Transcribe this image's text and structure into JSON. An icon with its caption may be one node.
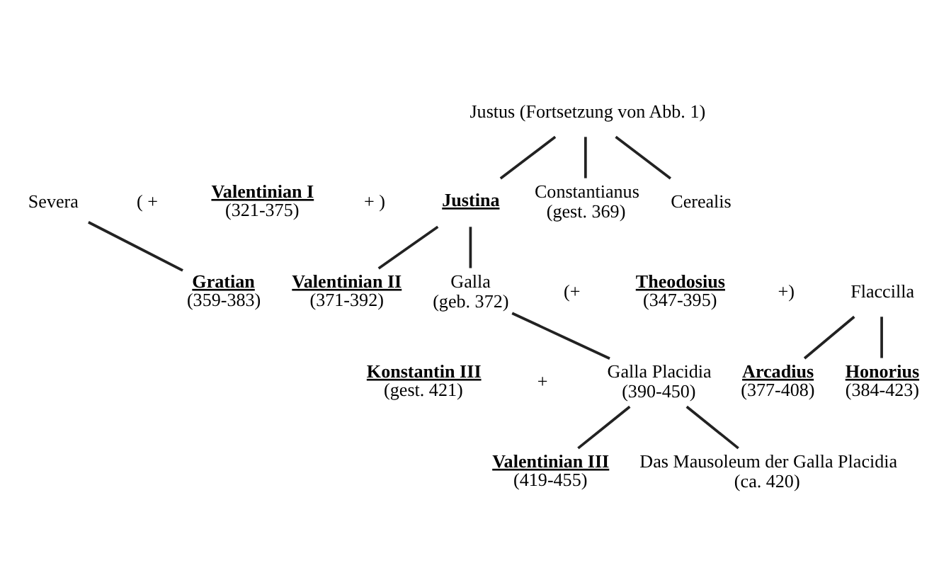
{
  "diagram": {
    "nodes": [
      {
        "text": [
          "Justus (Fortsetzung von Abb. 1)"
        ]
      },
      {
        "text": [
          "Severa"
        ]
      },
      {
        "text": [
          "Valentinian I",
          "(321-375)"
        ]
      },
      {
        "text": [
          "Justina"
        ]
      },
      {
        "text": [
          "Constantianus",
          "(gest. 369)"
        ]
      },
      {
        "text": [
          "Cerealis"
        ]
      },
      {
        "text": [
          "Gratian",
          "(359-383)"
        ]
      },
      {
        "text": [
          "Valentinian II",
          "(371-392)"
        ]
      },
      {
        "text": [
          "Galla",
          "(geb. 372)"
        ]
      },
      {
        "text": [
          "Theodosius",
          "(347-395)"
        ]
      },
      {
        "text": [
          "Flaccilla"
        ]
      },
      {
        "text": [
          "Konstantin III",
          "(gest. 421)"
        ]
      },
      {
        "text": [
          "Galla Placidia",
          "(390-450)"
        ]
      },
      {
        "text": [
          "Arcadius",
          "(377-408)"
        ]
      },
      {
        "text": [
          "Honorius",
          "(384-423)"
        ]
      },
      {
        "text": [
          "Valentinian III",
          "(419-455)"
        ]
      },
      {
        "text": [
          "Das Mausoleum der Galla Placidia",
          "(ca. 420)"
        ]
      }
    ],
    "edges": [
      {
        "from": 0,
        "to": 3,
        "arrow": "none"
      },
      {
        "from": 0,
        "to": 4,
        "arrow": "none"
      },
      {
        "from": 0,
        "to": 5,
        "arrow": "none"
      },
      {
        "from": 1,
        "to": 6,
        "arrow": "none"
      },
      {
        "from": 3,
        "to": 7,
        "arrow": "none"
      },
      {
        "from": 3,
        "to": 8,
        "arrow": "none"
      },
      {
        "from": 8,
        "to": 12,
        "arrow": "none"
      },
      {
        "from": 10,
        "to": 13,
        "arrow": "none"
      },
      {
        "from": 10,
        "to": 14,
        "arrow": "none"
      },
      {
        "from": 12,
        "to": 15,
        "arrow": "none"
      },
      {
        "from": 12,
        "to": 16,
        "arrow": "none"
      }
    ],
    "labels": [
      "( +",
      "+ )",
      "(+",
      "+)",
      "+"
    ]
  }
}
